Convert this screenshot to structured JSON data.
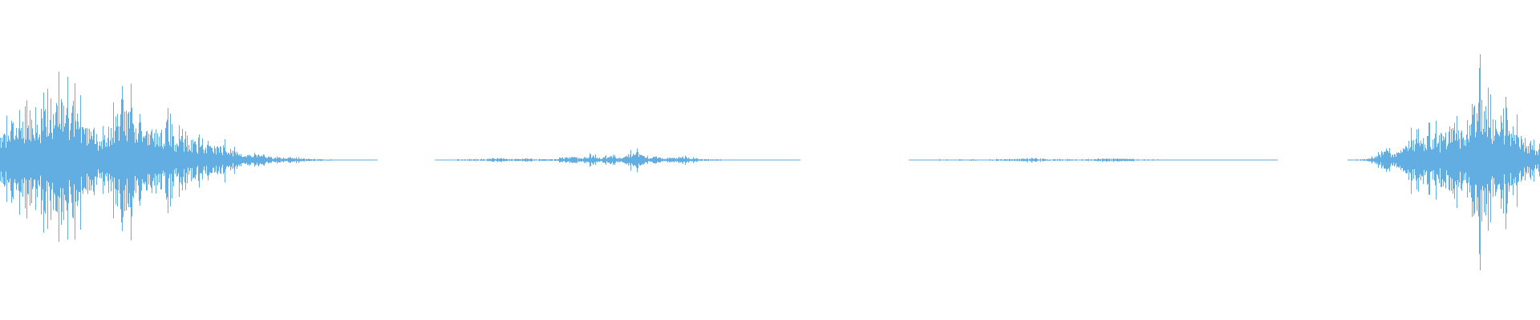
{
  "waveform": {
    "color": "#62ade2",
    "background": "#ffffff",
    "amplitude_envelope": [
      [
        0.0,
        0.35
      ],
      [
        0.006,
        0.55
      ],
      [
        0.012,
        0.45
      ],
      [
        0.018,
        0.6
      ],
      [
        0.024,
        0.5
      ],
      [
        0.03,
        0.7
      ],
      [
        0.036,
        0.75
      ],
      [
        0.042,
        0.9
      ],
      [
        0.048,
        0.7
      ],
      [
        0.054,
        0.55
      ],
      [
        0.06,
        0.4
      ],
      [
        0.066,
        0.35
      ],
      [
        0.072,
        0.5
      ],
      [
        0.078,
        0.8
      ],
      [
        0.084,
        0.78
      ],
      [
        0.09,
        0.55
      ],
      [
        0.096,
        0.45
      ],
      [
        0.102,
        0.35
      ],
      [
        0.108,
        0.5
      ],
      [
        0.114,
        0.3
      ],
      [
        0.12,
        0.35
      ],
      [
        0.126,
        0.28
      ],
      [
        0.132,
        0.22
      ],
      [
        0.138,
        0.18
      ],
      [
        0.144,
        0.2
      ],
      [
        0.15,
        0.16
      ],
      [
        0.156,
        0.08
      ],
      [
        0.16,
        0.06
      ],
      [
        0.166,
        0.1
      ],
      [
        0.172,
        0.05
      ],
      [
        0.178,
        0.04
      ],
      [
        0.184,
        0.035
      ],
      [
        0.19,
        0.03
      ],
      [
        0.196,
        0.02
      ],
      [
        0.205,
        0.012
      ],
      [
        0.215,
        0.008
      ],
      [
        0.225,
        0.006
      ],
      [
        0.235,
        0.005
      ],
      [
        0.245,
        0.004
      ],
      [
        0.282,
        0.004
      ],
      [
        0.295,
        0.006
      ],
      [
        0.305,
        0.01
      ],
      [
        0.315,
        0.012
      ],
      [
        0.325,
        0.03
      ],
      [
        0.33,
        0.01
      ],
      [
        0.336,
        0.015
      ],
      [
        0.342,
        0.022
      ],
      [
        0.348,
        0.012
      ],
      [
        0.354,
        0.01
      ],
      [
        0.36,
        0.015
      ],
      [
        0.366,
        0.03
      ],
      [
        0.372,
        0.045
      ],
      [
        0.378,
        0.02
      ],
      [
        0.384,
        0.08
      ],
      [
        0.39,
        0.03
      ],
      [
        0.396,
        0.055
      ],
      [
        0.402,
        0.03
      ],
      [
        0.408,
        0.09
      ],
      [
        0.414,
        0.11
      ],
      [
        0.42,
        0.04
      ],
      [
        0.426,
        0.05
      ],
      [
        0.432,
        0.02
      ],
      [
        0.438,
        0.035
      ],
      [
        0.444,
        0.055
      ],
      [
        0.45,
        0.03
      ],
      [
        0.456,
        0.012
      ],
      [
        0.462,
        0.012
      ],
      [
        0.472,
        0.006
      ],
      [
        0.482,
        0.004
      ],
      [
        0.492,
        0.004
      ],
      [
        0.502,
        0.004
      ],
      [
        0.512,
        0.004
      ],
      [
        0.52,
        0.003
      ],
      [
        0.59,
        0.003
      ],
      [
        0.6,
        0.005
      ],
      [
        0.61,
        0.006
      ],
      [
        0.62,
        0.006
      ],
      [
        0.63,
        0.008
      ],
      [
        0.64,
        0.008
      ],
      [
        0.65,
        0.01
      ],
      [
        0.66,
        0.014
      ],
      [
        0.67,
        0.025
      ],
      [
        0.68,
        0.01
      ],
      [
        0.69,
        0.012
      ],
      [
        0.7,
        0.008
      ],
      [
        0.71,
        0.01
      ],
      [
        0.72,
        0.018
      ],
      [
        0.73,
        0.02
      ],
      [
        0.74,
        0.008
      ],
      [
        0.75,
        0.006
      ],
      [
        0.76,
        0.004
      ],
      [
        0.77,
        0.004
      ],
      [
        0.78,
        0.003
      ],
      [
        0.79,
        0.003
      ],
      [
        0.8,
        0.003
      ],
      [
        0.81,
        0.003
      ],
      [
        0.82,
        0.003
      ],
      [
        0.83,
        0.003
      ],
      [
        0.875,
        0.004
      ],
      [
        0.882,
        0.008
      ],
      [
        0.888,
        0.012
      ],
      [
        0.894,
        0.055
      ],
      [
        0.9,
        0.14
      ],
      [
        0.906,
        0.09
      ],
      [
        0.912,
        0.18
      ],
      [
        0.918,
        0.32
      ],
      [
        0.924,
        0.25
      ],
      [
        0.93,
        0.42
      ],
      [
        0.936,
        0.3
      ],
      [
        0.942,
        0.5
      ],
      [
        0.948,
        0.38
      ],
      [
        0.954,
        0.6
      ],
      [
        0.96,
        1.0
      ],
      [
        0.966,
        0.7
      ],
      [
        0.972,
        0.5
      ],
      [
        0.978,
        0.58
      ],
      [
        0.984,
        0.45
      ],
      [
        0.99,
        0.32
      ],
      [
        0.996,
        0.2
      ],
      [
        1.0,
        0.15
      ]
    ]
  }
}
